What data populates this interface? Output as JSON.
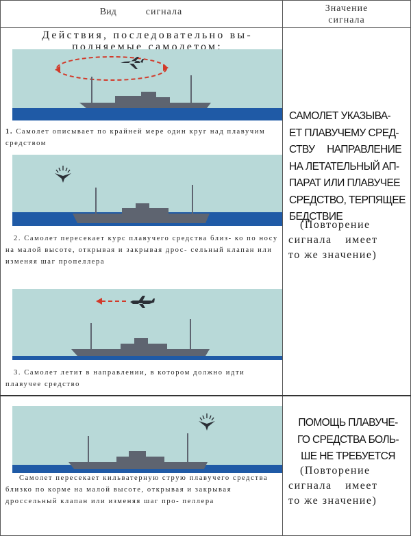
{
  "header": {
    "col1_word1": "Вид",
    "col1_word2": "сигнала",
    "col2_line1": "Значение",
    "col2_line2": "сигнала"
  },
  "actions_heading": {
    "line1": "Действия, последовательно вы-",
    "line2": "полняемые самолетом:"
  },
  "signals": [
    {
      "number": "1.",
      "caption": "Самолет описывает по крайней мере один круг над плавучим средством"
    },
    {
      "caption": "2. Самолет пересекает курс плавучего средства близ- ко по носу на малой высоте, открывая и закрывая дрос- сельный клапан или изменяя шаг пропеллера"
    },
    {
      "caption": "3. Самолет летит в направлении, в котором должно идти плавучее средство"
    },
    {
      "caption": "Самолет пересекает кильватерную струю плавучего средства близко по корме на малой высоте, открывая и закрывая дроссельный клапан или изменяя шаг про- пеллера"
    }
  ],
  "meaning1": {
    "lines": [
      "Самолет указыва-",
      "ет плавучему сред-",
      "ству направление",
      "на летательный ап-",
      "парат или плавучее",
      "средство, терпящее",
      "бедствие"
    ],
    "repeat_lines": [
      "(Повторение",
      "сигнала имеет",
      "то же значение)"
    ]
  },
  "meaning2": {
    "lines": [
      "Помощь плавуче-",
      "го средства боль-",
      "ше не требуется"
    ],
    "repeat_lines": [
      "(Повторение",
      "сигнала имеет",
      "то же значение)"
    ]
  },
  "colors": {
    "sky": "#b8d9d8",
    "sea": "#1f5aa6",
    "ship": "#5e6470",
    "arrow": "#d23a2a",
    "plane": "#2b2f36"
  }
}
